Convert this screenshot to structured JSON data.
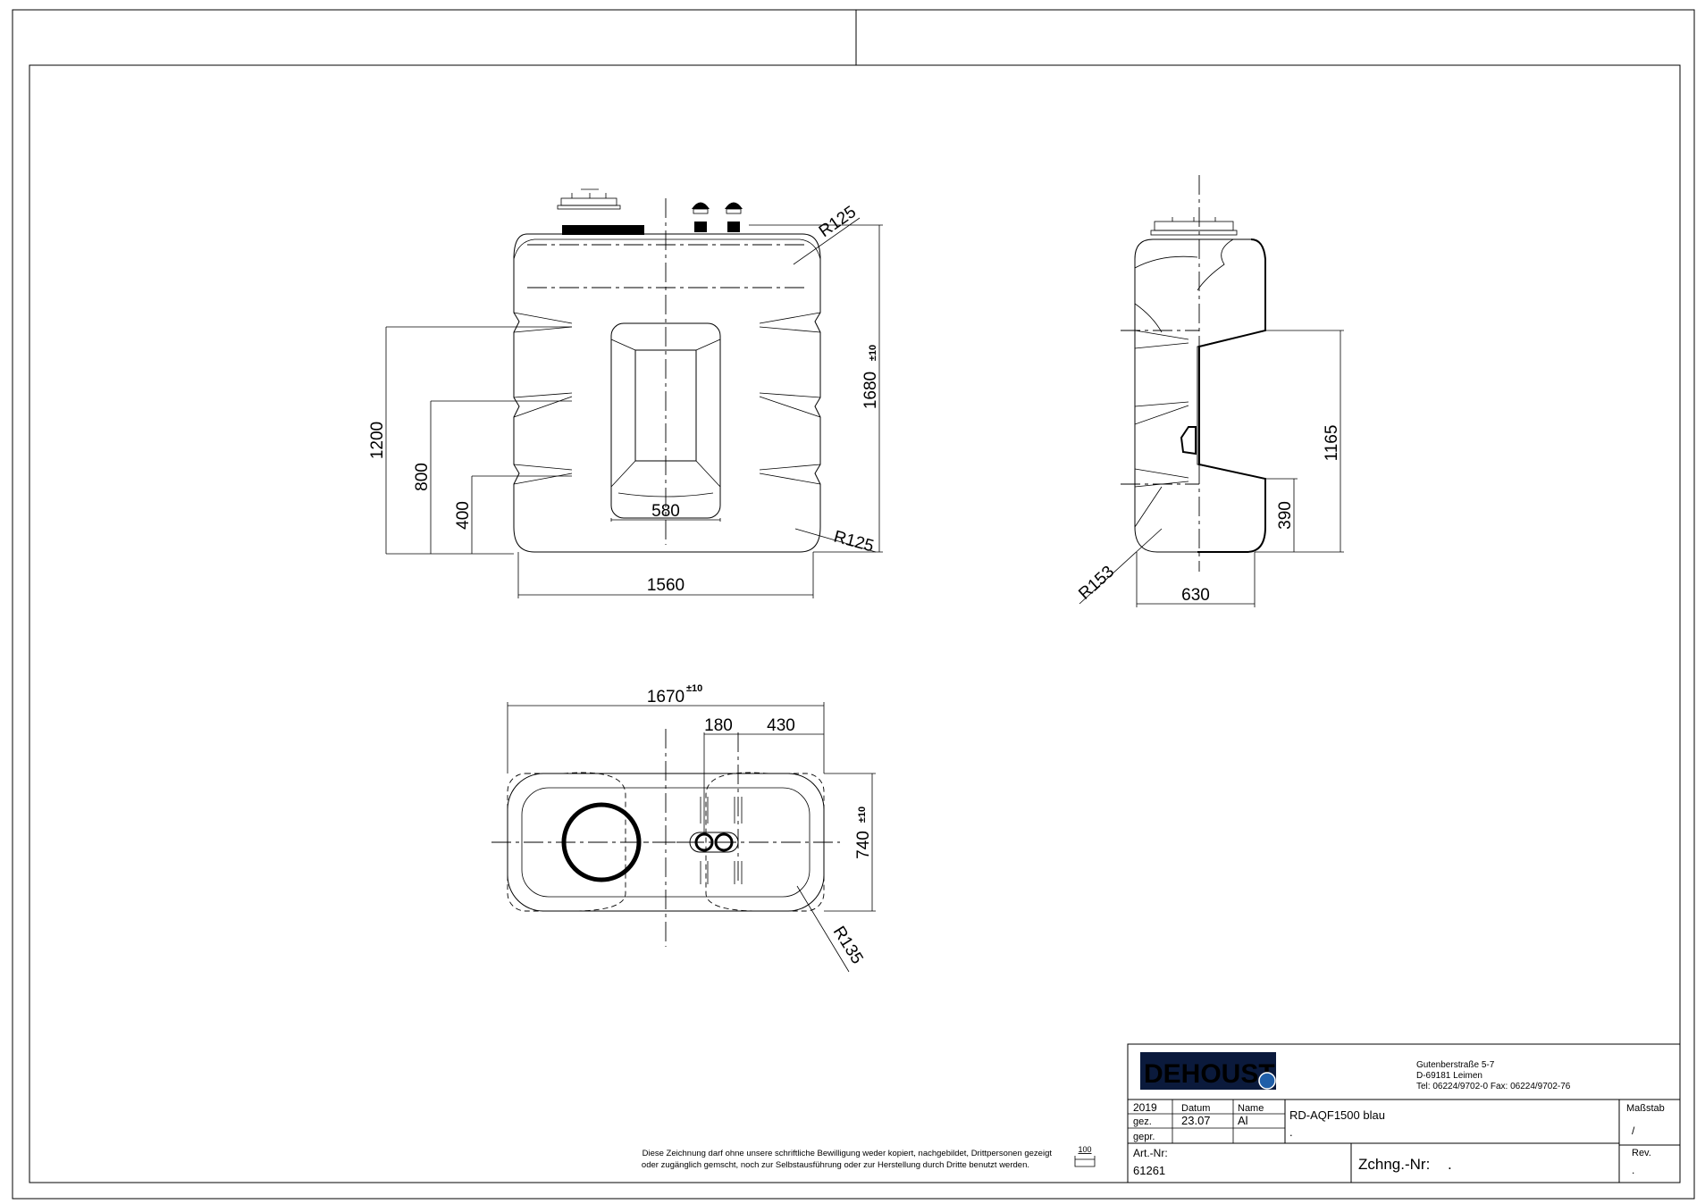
{
  "front_view": {
    "dim_width": "1560",
    "dim_height": "1680",
    "dim_height_tol": "±10",
    "dim_1200": "1200",
    "dim_800": "800",
    "dim_400": "400",
    "dim_window": "580",
    "radius_top": "R125",
    "radius_bottom": "R125"
  },
  "side_view": {
    "dim_width": "630",
    "dim_1165": "1165",
    "dim_390": "390",
    "radius": "R153"
  },
  "top_view": {
    "dim_length": "1670",
    "dim_length_tol": "±10",
    "dim_180": "180",
    "dim_430": "430",
    "dim_width": "740",
    "dim_width_tol": "±10",
    "radius": "R135"
  },
  "disclaimer": {
    "line1": "Diese Zeichnung darf ohne unsere schriftliche Bewilligung weder kopiert, nachgebildet, Drittpersonen gezeigt",
    "line2": "oder zugänglich gemscht, noch zur Selbstausführung oder zur Herstellung durch Dritte benutzt werden."
  },
  "scale_symbol": "100",
  "title_block": {
    "logo": "DEHOUST",
    "logo_color": "#1f5ea8",
    "address_line1": "Gutenberstraße 5-7",
    "address_line2": "D-69181 Leimen",
    "address_line3": "Tel: 06224/9702-0  Fax: 06224/9702-76",
    "year": "2019",
    "col_datum": "Datum",
    "col_name": "Name",
    "row_gez": "gez.",
    "row_gepr": "gepr.",
    "datum_value": "23.07",
    "name_value": "Al",
    "title": "RD-AQF1500 blau",
    "subtitle": ".",
    "massstab_label": "Maßstab",
    "massstab_value": "/",
    "art_nr_label": "Art.-Nr:",
    "art_nr_value": "61261",
    "zchng_label": "Zchng.-Nr:",
    "zchng_value": ".",
    "rev_label": "Rev.",
    "rev_value": "."
  }
}
